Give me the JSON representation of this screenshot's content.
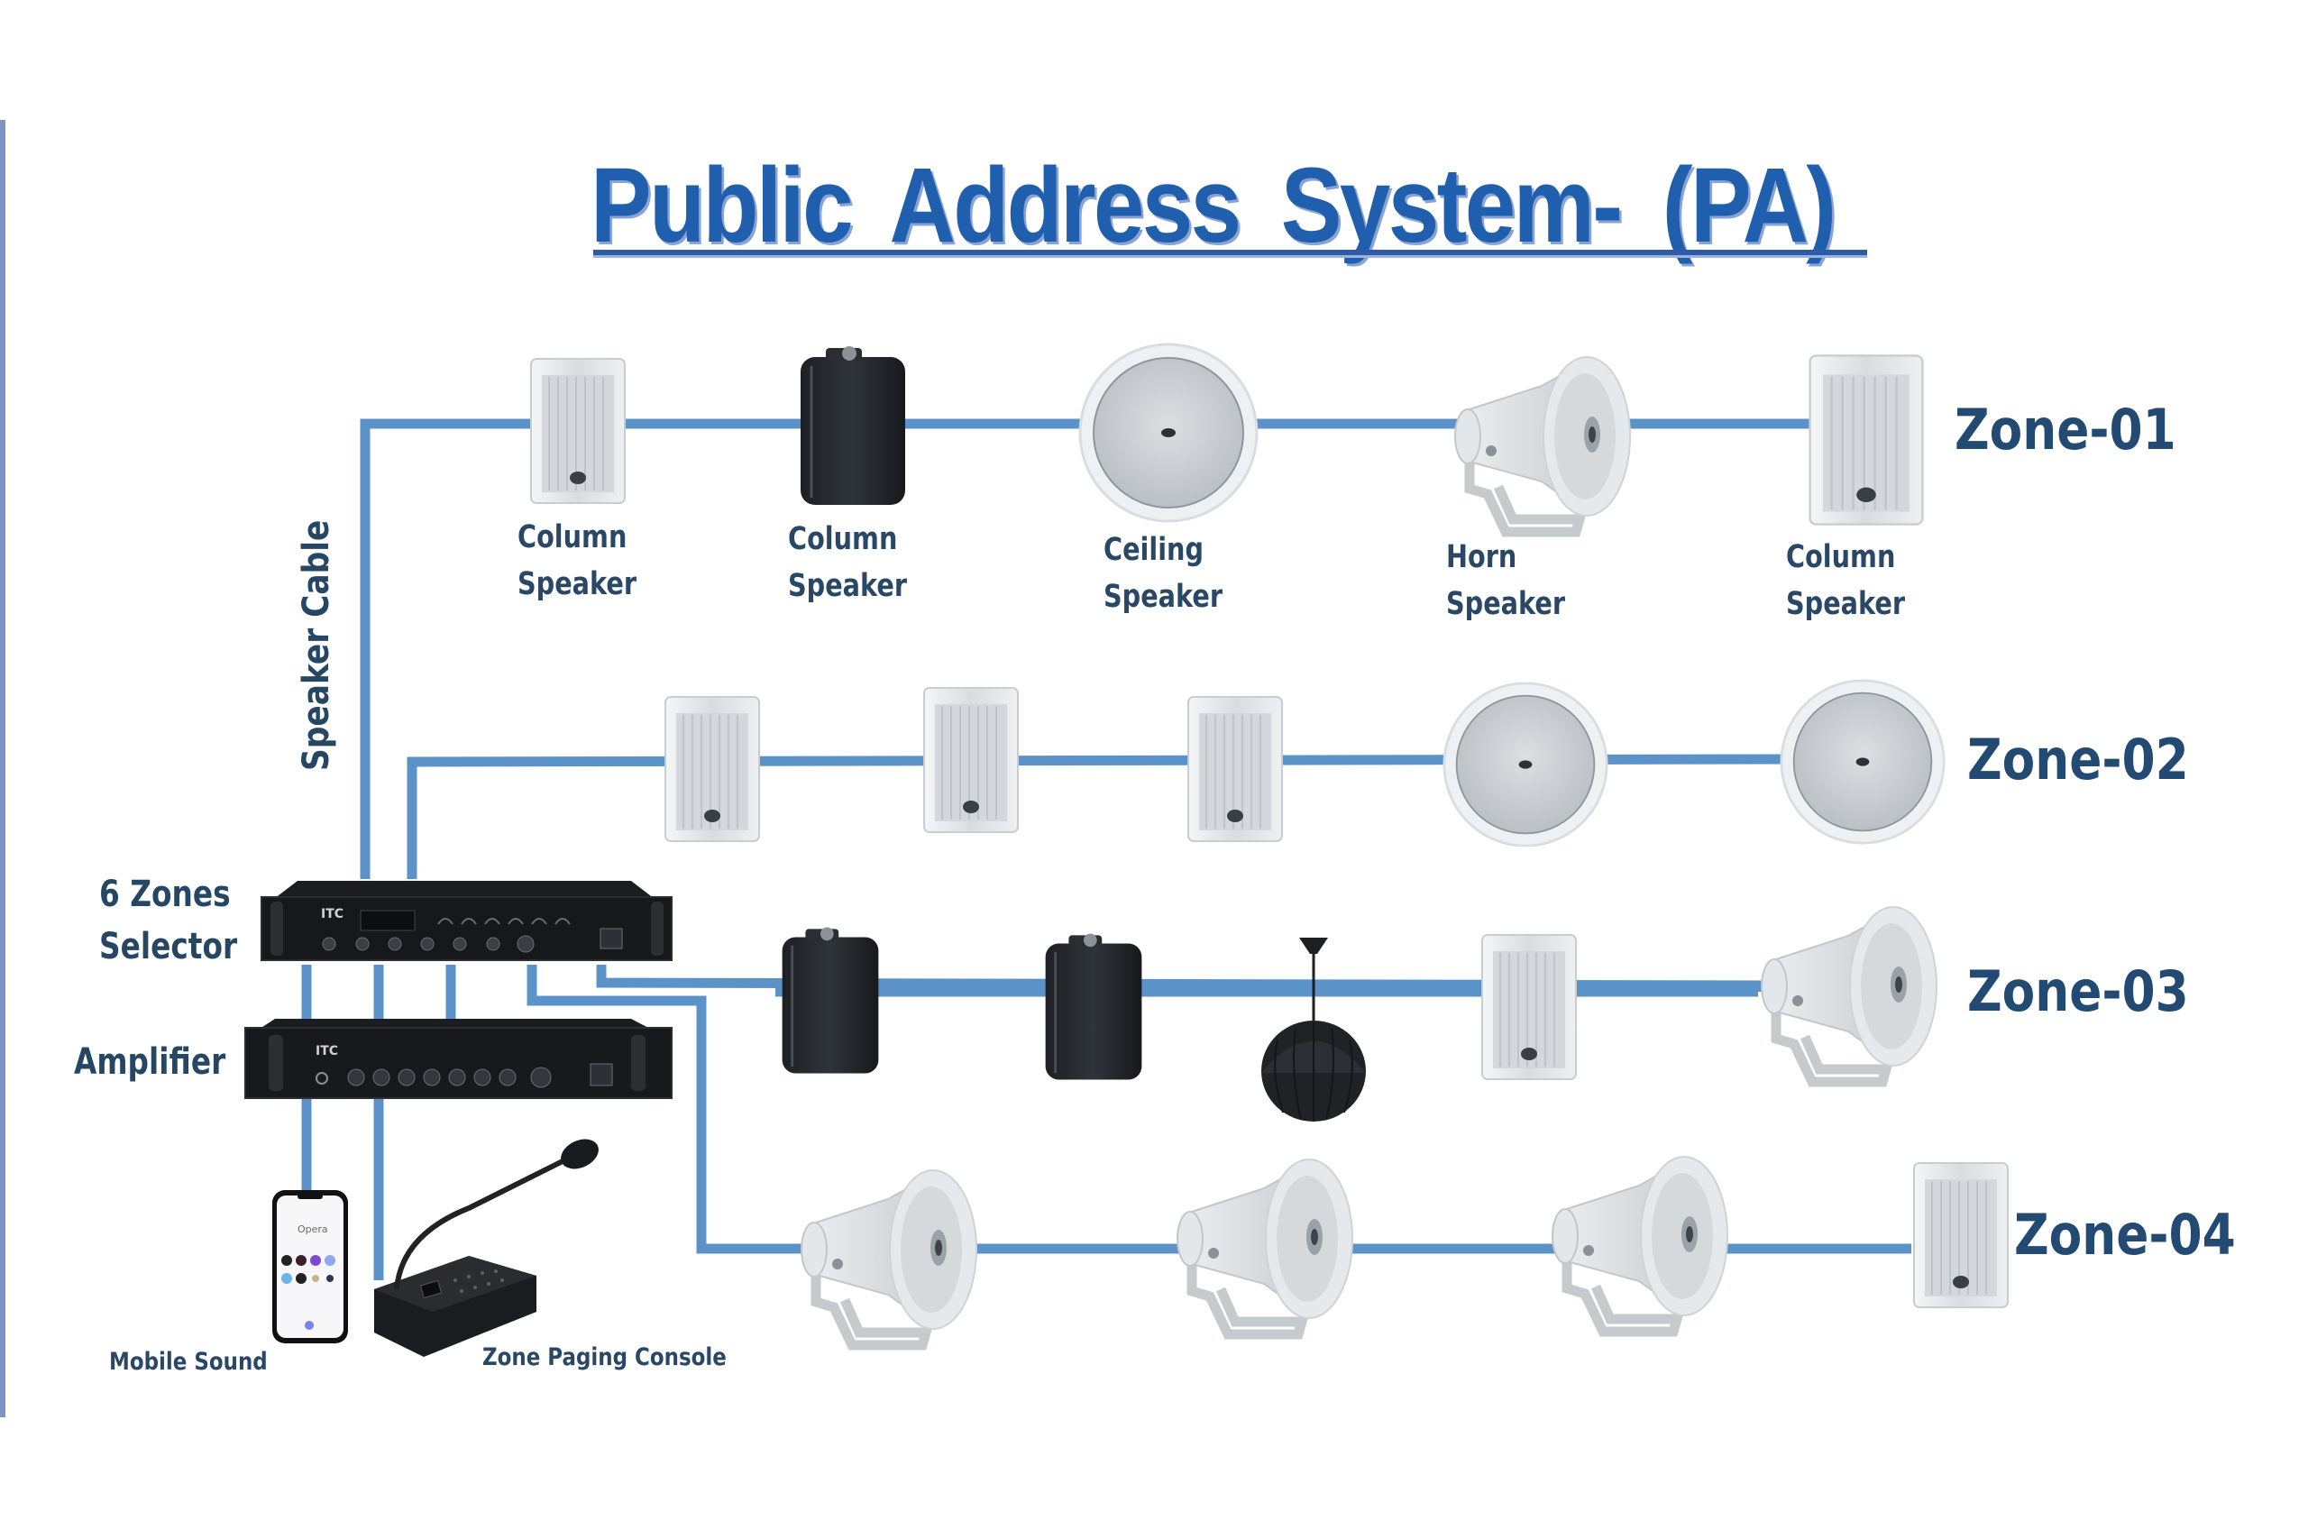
{
  "title": "Public Address System- (PA)",
  "cable_label": "Speaker Cable",
  "colors": {
    "cable": "#5b93c9",
    "title": "#1f5fae",
    "label_text": "#2a4865",
    "zone_text": "#224a72",
    "border": "#7f93c4"
  },
  "equipment": {
    "selector_label_line1": "6 Zones",
    "selector_label_line2": "Selector",
    "amplifier_label": "Amplifier",
    "mobile_label": "Mobile Sound",
    "console_label": "Zone Paging Console",
    "phone_screen_text": "Opera"
  },
  "zones": [
    {
      "label": "Zone-01",
      "speakers": [
        {
          "type": "column-white",
          "label_line1": "Column",
          "label_line2": "Speaker"
        },
        {
          "type": "wall-black",
          "label_line1": "Column",
          "label_line2": "Speaker"
        },
        {
          "type": "ceiling",
          "label_line1": "Ceiling",
          "label_line2": "Speaker"
        },
        {
          "type": "horn",
          "label_line1": "Horn",
          "label_line2": "Speaker"
        },
        {
          "type": "column-white",
          "label_line1": "Column",
          "label_line2": "Speaker"
        }
      ]
    },
    {
      "label": "Zone-02",
      "speakers": [
        {
          "type": "column-white"
        },
        {
          "type": "column-white"
        },
        {
          "type": "column-white"
        },
        {
          "type": "ceiling"
        },
        {
          "type": "ceiling"
        }
      ]
    },
    {
      "label": "Zone-03",
      "speakers": [
        {
          "type": "wall-black"
        },
        {
          "type": "wall-black"
        },
        {
          "type": "pendant"
        },
        {
          "type": "column-white"
        },
        {
          "type": "horn"
        }
      ]
    },
    {
      "label": "Zone-04",
      "speakers": [
        {
          "type": "horn"
        },
        {
          "type": "horn"
        },
        {
          "type": "horn"
        },
        {
          "type": "column-white"
        }
      ]
    }
  ]
}
